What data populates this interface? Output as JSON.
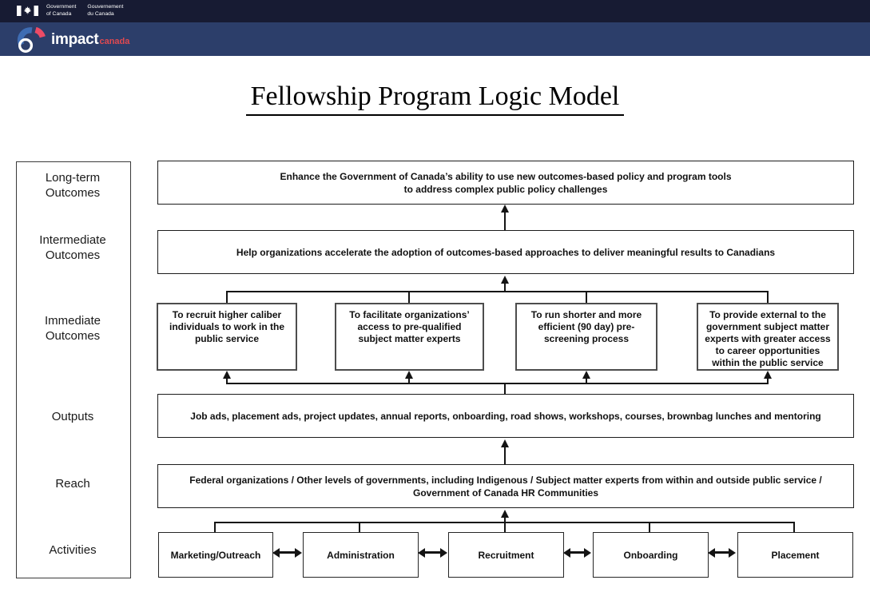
{
  "header": {
    "signature": {
      "en": "Government\nof Canada",
      "fr": "Gouvernement\ndu Canada",
      "flag_icon": "canada-flag-icon"
    },
    "brand": {
      "name": "impact",
      "suffix": "canada",
      "logo_icon": "impact-canada-logo"
    }
  },
  "title": "Fellowship Program Logic Model",
  "diagram": {
    "row_labels": {
      "long_term": "Long-term\nOutcomes",
      "intermediate": "Intermediate\nOutcomes",
      "immediate": "Immediate\nOutcomes",
      "outputs": "Outputs",
      "reach": "Reach",
      "activities": "Activities"
    },
    "long_term_outcome": "Enhance the Government of Canada’s ability to use new outcomes-based policy and program tools\nto address complex public policy challenges",
    "intermediate_outcome": "Help organizations accelerate the adoption of outcomes-based approaches to deliver meaningful results to Canadians",
    "immediate_outcomes": [
      "To recruit higher caliber\nindividuals to work in the\npublic service",
      "To facilitate organizations’\naccess to pre-qualified\nsubject matter experts",
      "To run shorter and more\nefficient (90 day) pre-\nscreening process",
      "To provide external to the\ngovernment subject matter\nexperts with greater access\nto career opportunities\nwithin the public service"
    ],
    "outputs": "Job ads, placement ads, project updates, annual reports, onboarding, road shows, workshops, courses, brownbag lunches and mentoring",
    "reach": "Federal organizations / Other levels of governments, including Indigenous / Subject matter experts from within and outside public service / Government of Canada HR Communities",
    "activities": [
      "Marketing/Outreach",
      "Administration",
      "Recruitment",
      "Onboarding",
      "Placement"
    ],
    "colors": {
      "header_dark": "#171b33",
      "header_navy": "#2c3e6a",
      "brand_red": "#e04950",
      "logo_blue": "#3e6cb3",
      "logo_pink": "#ed4b66",
      "line_black": "#141414"
    }
  }
}
